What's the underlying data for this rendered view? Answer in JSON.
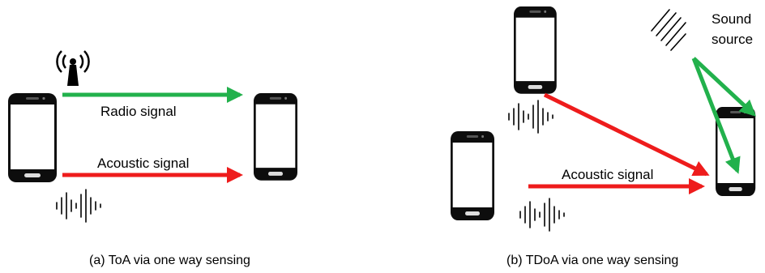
{
  "panel_a": {
    "radio_label": "Radio signal",
    "acoustic_label": "Acoustic signal",
    "caption": "(a) ToA via one way sensing",
    "icons": [
      "radio-tower-icon",
      "sound-wave-icon"
    ]
  },
  "panel_b": {
    "acoustic_label": "Acoustic signal",
    "sound_source_line1": "Sound",
    "sound_source_line2": "source",
    "caption": "(b) TDoA via one way sensing",
    "icons": [
      "sound-source-icon",
      "sound-wave-icon"
    ]
  },
  "colors": {
    "radio": "#22b14c",
    "acoustic": "#ee1c1c",
    "sound_source": "#22b14c",
    "phone_body": "#0d0d0d",
    "screen": "#ffffff"
  }
}
